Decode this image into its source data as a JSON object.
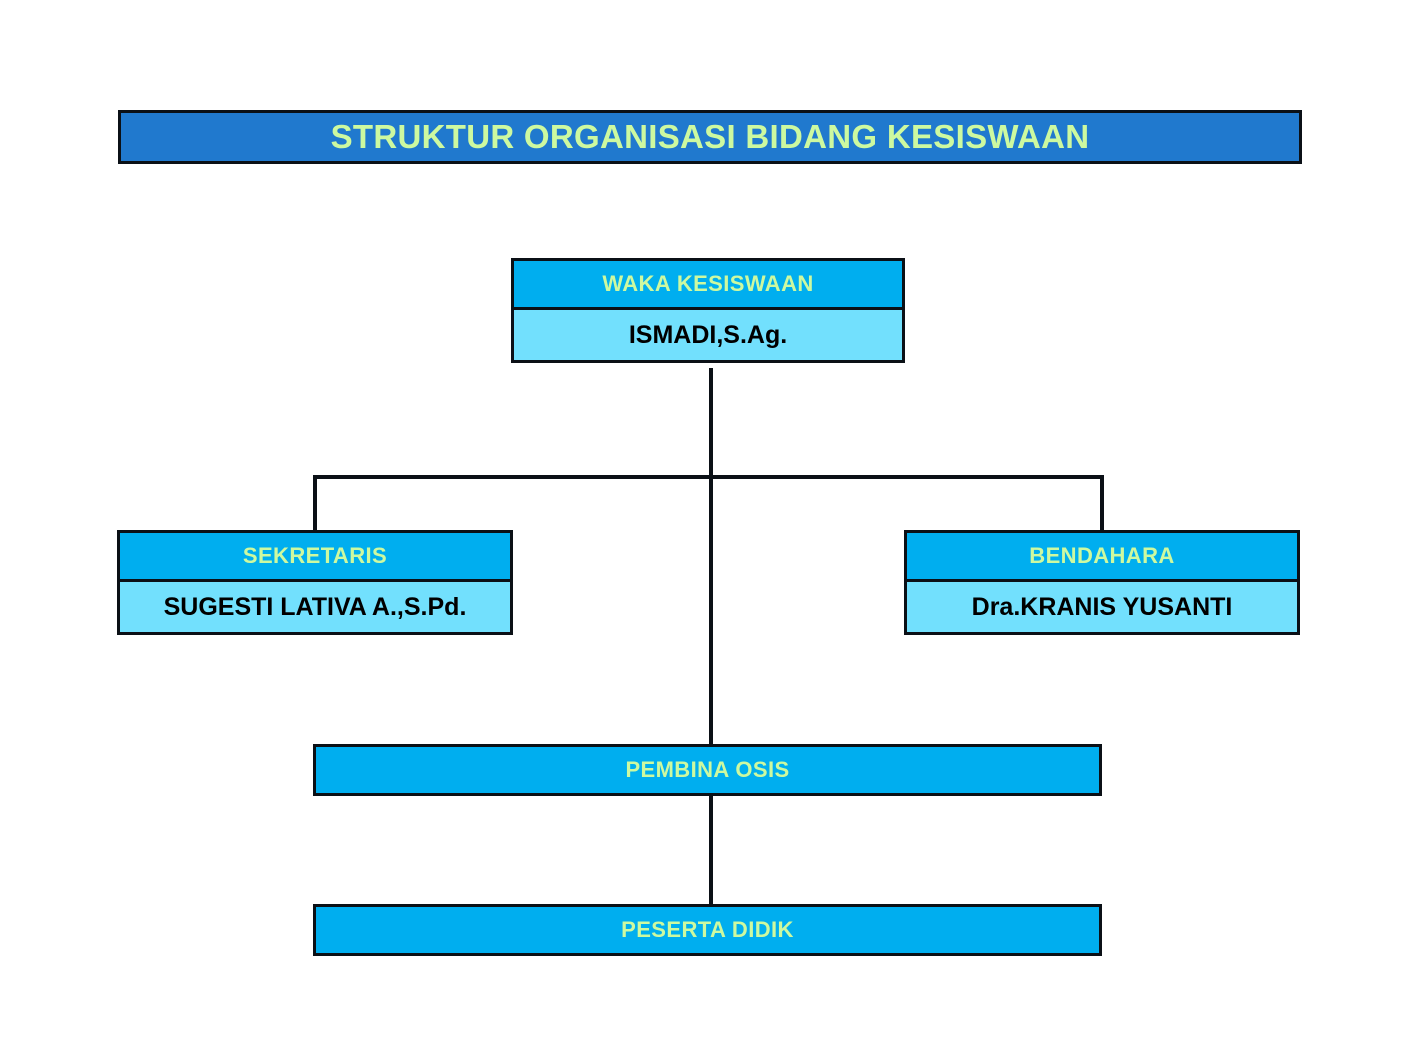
{
  "page": {
    "title": "STRUKTUR ORGANISASI BIDANG KESISWAAN",
    "background_color": "#ffffff"
  },
  "colors": {
    "banner_background": "#2079ce",
    "banner_text": "#cdf9a0",
    "node_header_background": "#00aeef",
    "node_header_text": "#cdf9a0",
    "node_body_background": "#72e0fd",
    "node_body_text": "#000000",
    "border": "#0b1016",
    "connector": "#0b1016"
  },
  "org_chart": {
    "type": "organization-chart",
    "root": {
      "role": "WAKA KESISWAAN",
      "name": "ISMADI,S.Ag."
    },
    "branches": [
      {
        "role": "SEKRETARIS",
        "name": "SUGESTI LATIVA A.,S.Pd."
      },
      {
        "role": "BENDAHARA",
        "name": "Dra.KRANIS YUSANTI"
      }
    ],
    "chain": [
      {
        "role": "PEMBINA OSIS",
        "name": ""
      },
      {
        "role": "PESERTA DIDIK",
        "name": ""
      }
    ]
  }
}
